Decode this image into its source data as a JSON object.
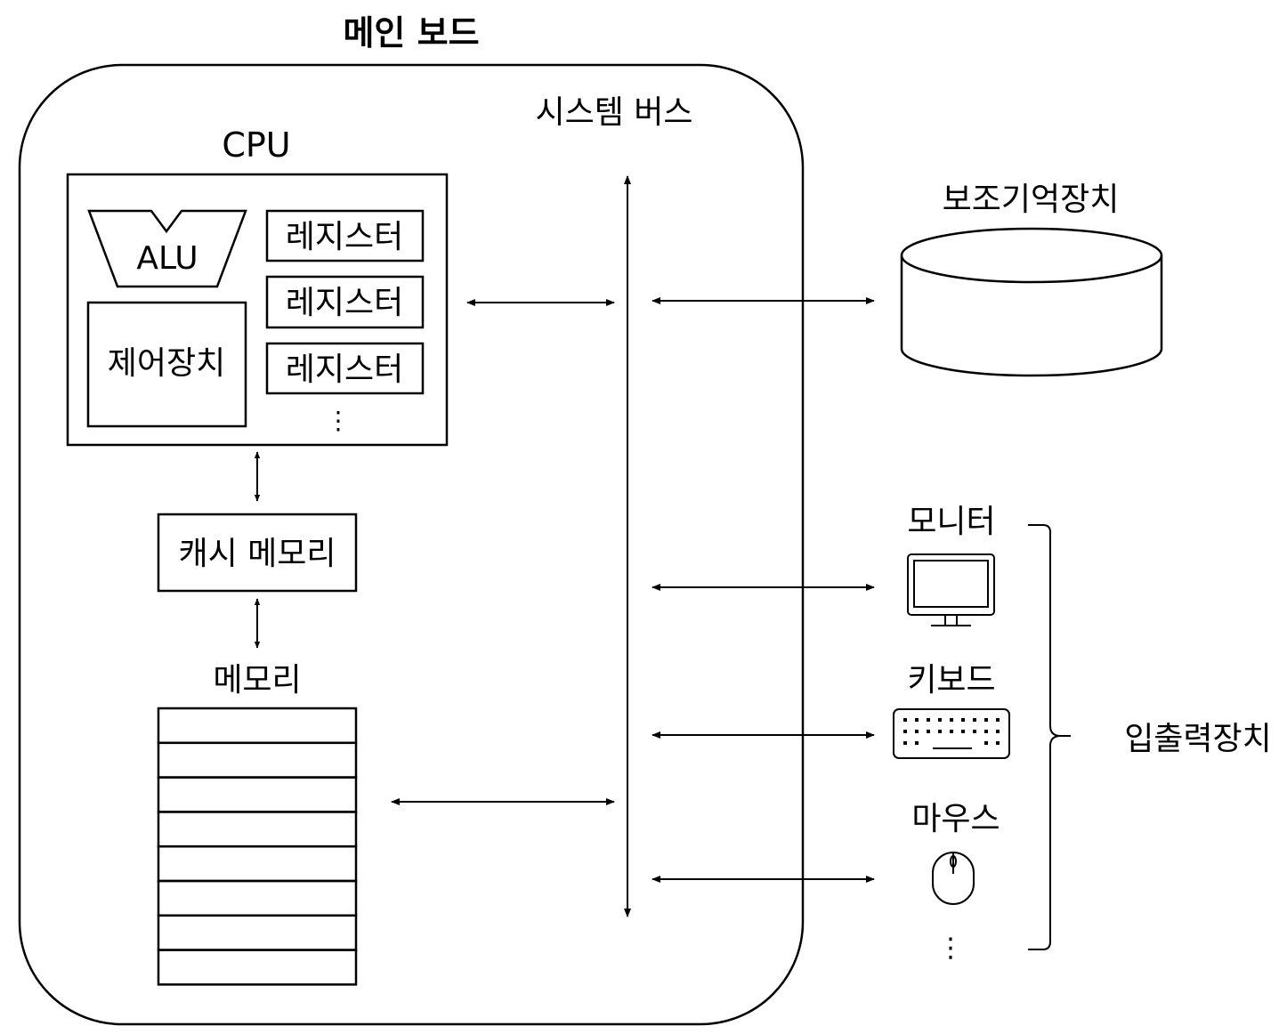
{
  "main_board": {
    "title": "메인 보드"
  },
  "system_bus": {
    "label": "시스템 버스"
  },
  "cpu": {
    "title": "CPU",
    "alu_label": "ALU",
    "control_unit_label": "제어장치",
    "register_labels": [
      "레지스터",
      "레지스터",
      "레지스터"
    ],
    "register_more": "⋮"
  },
  "cache": {
    "label": "캐시 메모리"
  },
  "memory": {
    "title": "메모리",
    "row_count": 8
  },
  "storage": {
    "title": "보조기억장치"
  },
  "io": {
    "group_label": "입출력장치",
    "devices": [
      {
        "label": "모니터",
        "icon": "monitor-icon"
      },
      {
        "label": "키보드",
        "icon": "keyboard-icon"
      },
      {
        "label": "마우스",
        "icon": "mouse-icon"
      }
    ],
    "more": "⋮"
  },
  "colors": {
    "stroke": "#000000",
    "background": "#ffffff"
  }
}
